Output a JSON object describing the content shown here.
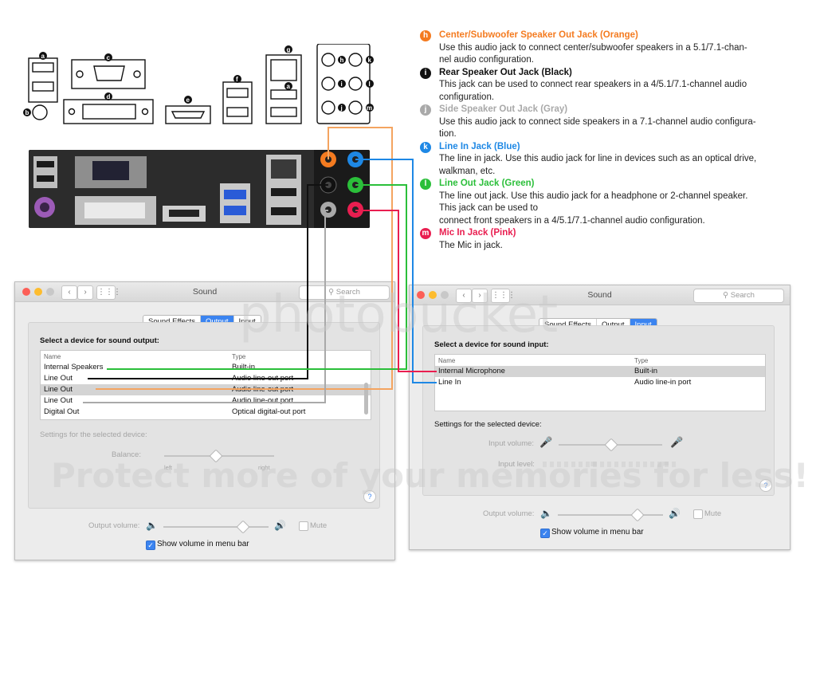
{
  "legend": [
    {
      "badge": "h",
      "color": "#f47b20",
      "title": "Center/Subwoofer Speaker Out Jack (Orange)",
      "lines": [
        "Use this audio jack to connect center/subwoofer speakers in a 5.1/7.1-chan-",
        "nel audio configuration."
      ]
    },
    {
      "badge": "i",
      "color": "#111111",
      "title": "Rear Speaker Out Jack (Black)",
      "lines": [
        "This jack can be used to connect rear speakers in a 4/5.1/7.1-channel audio",
        "configuration."
      ]
    },
    {
      "badge": "j",
      "color": "#a9a9a9",
      "title": "Side Speaker Out Jack (Gray)",
      "lines": [
        "Use this audio jack to connect side speakers in a 7.1-channel audio configura-",
        "tion."
      ]
    },
    {
      "badge": "k",
      "color": "#1e88e5",
      "title": "Line In Jack (Blue)",
      "lines": [
        "The line in jack. Use this audio jack for line in devices such as an optical drive,",
        "walkman, etc."
      ]
    },
    {
      "badge": "l",
      "color": "#2bbf3a",
      "title": "Line Out Jack (Green)",
      "lines": [
        "The line out jack. Use this audio jack for a headphone or 2-channel speaker.",
        "This jack can be used to",
        "connect front speakers in a 4/5.1/7.1-channel audio configuration."
      ]
    },
    {
      "badge": "m",
      "color": "#e91e50",
      "title": "Mic In Jack (Pink)",
      "lines": [
        "The Mic in jack."
      ]
    }
  ],
  "diagram_labels": {
    "a": "a",
    "b": "b",
    "c": "c",
    "d": "d",
    "e": "e",
    "f": "f",
    "g": "g",
    "h": "h",
    "i": "i",
    "j": "j",
    "k": "k",
    "l": "l",
    "m": "m"
  },
  "output_window": {
    "title": "Sound",
    "search_placeholder": "Search",
    "grid_icon": "grid-icon",
    "tabs": [
      "Sound Effects",
      "Output",
      "Input"
    ],
    "selected_tab": "Output",
    "heading": "Select a device for sound output:",
    "columns": [
      "Name",
      "Type"
    ],
    "rows": [
      {
        "name": "Internal Speakers",
        "type": "Built-in"
      },
      {
        "name": "Line Out",
        "type": "Audio line-out port"
      },
      {
        "name": "Line Out",
        "type": "Audio line-out port"
      },
      {
        "name": "Line Out",
        "type": "Audio line-out port"
      },
      {
        "name": "Digital Out",
        "type": "Optical digital-out port"
      }
    ],
    "settings_label": "Settings for the selected device:",
    "balance_label": "Balance:",
    "left_label": "left",
    "right_label": "right",
    "output_volume_label": "Output volume:",
    "mute_label": "Mute",
    "show_volume_label": "Show volume in menu bar",
    "show_volume_checked": true
  },
  "input_window": {
    "title": "Sound",
    "search_placeholder": "Search",
    "tabs": [
      "Sound Effects",
      "Output",
      "Input"
    ],
    "selected_tab": "Input",
    "heading": "Select a device for sound input:",
    "columns": [
      "Name",
      "Type"
    ],
    "rows": [
      {
        "name": "Internal Microphone",
        "type": "Built-in"
      },
      {
        "name": "Line In",
        "type": "Audio line-in port"
      }
    ],
    "settings_label": "Settings for the selected device:",
    "input_volume_label": "Input volume:",
    "input_level_label": "Input level:",
    "output_volume_label": "Output volume:",
    "mute_label": "Mute",
    "show_volume_label": "Show volume in menu bar",
    "show_volume_checked": true
  },
  "watermark": {
    "brand": "photobucket",
    "slogan": "Protect more of your memories for less!"
  },
  "colors": {
    "orange": "#f47b20",
    "black": "#111111",
    "gray": "#a9a9a9",
    "blue": "#1e88e5",
    "green": "#2bbf3a",
    "pink": "#e91e50",
    "accent": "#3b84f0"
  }
}
